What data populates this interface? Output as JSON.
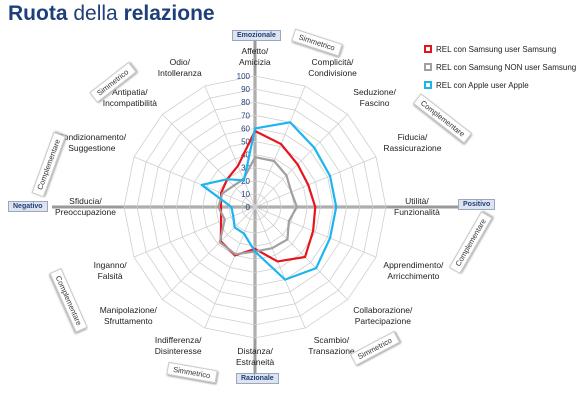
{
  "title": {
    "part1": "Ruota",
    "part2": "della",
    "part3": "relazione"
  },
  "axis_tags": {
    "top": "Emozionale",
    "right": "Positivo",
    "bottom": "Razionale",
    "left": "Negativo"
  },
  "relation_notes": {
    "top_right": "Simmetrico",
    "right_upper": "Complementare",
    "right_lower": "Complementare",
    "bottom_right": "Simmetrico",
    "bottom_left": "Simmetrico",
    "left_lower": "Complementare",
    "left_upper": "Complementare",
    "top_left": "Simmetrico"
  },
  "legend": [
    {
      "label": "REL con Samsung user Samsung",
      "color": "#e8141c"
    },
    {
      "label": "REL con Samsung NON user Samsung",
      "color": "#a0a0a0"
    },
    {
      "label": "REL con Apple user Apple",
      "color": "#1cb5f0"
    }
  ],
  "chart_data": {
    "type": "radar",
    "title": "Ruota della relazione",
    "rmin": 0,
    "rmax": 100,
    "ticks": [
      0,
      10,
      20,
      30,
      40,
      50,
      60,
      70,
      80,
      90,
      100
    ],
    "categories": [
      "Affetto/ Amicizia",
      "Complicità/ Condivisione",
      "Seduzione/ Fascino",
      "Fiducia/ Rassicurazione",
      "Utilità/ Funzionalità",
      "Apprendimento/ Arricchimento",
      "Collaborazione/ Partecipazione",
      "Scambio/ Transazione",
      "Distanza/ Estraneità",
      "Indifferenza/ Disinteresse",
      "Manipolazione/ Sfruttamento",
      "Inganno/ Falsità",
      "Sfiducia/ Preoccupazione",
      "Condizionamento / Suggestione",
      "Antipatia/ Incompatibilità",
      "Odio/ Intolleranza"
    ],
    "series": [
      {
        "name": "REL con Samsung user Samsung",
        "color": "#e8141c",
        "values": [
          58,
          52,
          46,
          44,
          46,
          48,
          54,
          45,
          32,
          40,
          37,
          28,
          26,
          28,
          30,
          34
        ]
      },
      {
        "name": "REL con Samsung NON user Samsung",
        "color": "#a0a0a0",
        "values": [
          38,
          38,
          34,
          30,
          32,
          28,
          35,
          34,
          34,
          39,
          38,
          25,
          28,
          27,
          23,
          23
        ]
      },
      {
        "name": "REL con Apple user Apple",
        "color": "#1cb5f0",
        "values": [
          60,
          70,
          64,
          62,
          62,
          62,
          66,
          60,
          34,
          22,
          22,
          18,
          18,
          44,
          30,
          22
        ]
      }
    ]
  }
}
